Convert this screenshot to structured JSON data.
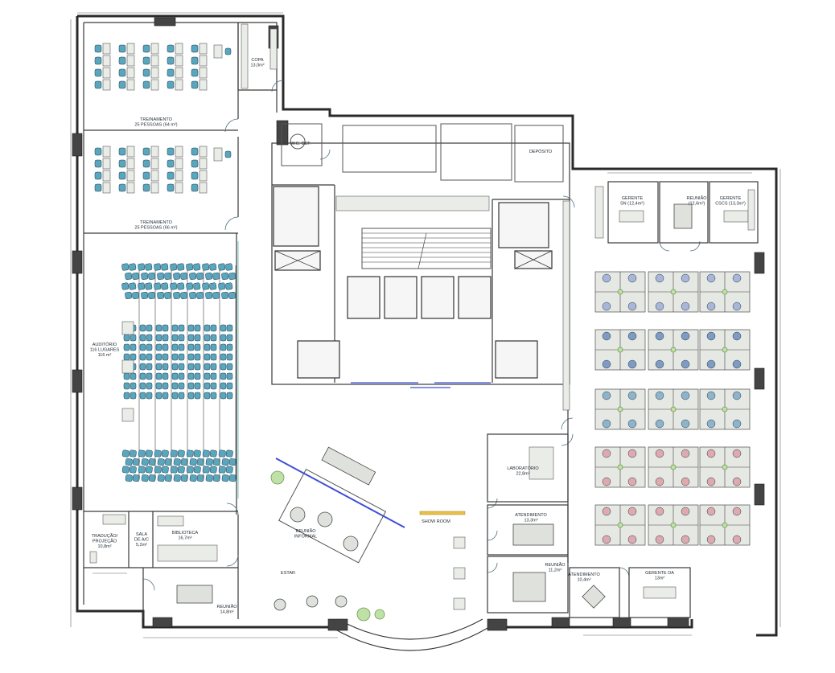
{
  "rooms": {
    "copa": "COPA\n13,0m²",
    "wc_def": "W.C. DEF.",
    "deposito": "DEPÓSITO",
    "treinamento_1": "TREINAMENTO\n25 PESSOAS (64 m²)",
    "treinamento_2": "TREINAMENTO\n25 PESSOAS (66 m²)",
    "auditorio": "AUDITÓRIO\n116 LUGARES\n116 m²",
    "traducao": "TRADUÇÃO/\nPROJEÇÃO\n10,8m²",
    "sala_ac": "SALA\nDE A/C\n5,2m²",
    "biblioteca": "BIBLIOTECA\n16,7m²",
    "reuniao_1": "REUNIÃO\n14,8m²",
    "reuniao_informal": "REUNIÃO\nINFORMAL",
    "estar": "ESTAR",
    "show_room": "SHOW ROOM",
    "laboratorio": "LABORATÓRIO\n22,8m²",
    "atendimento_1": "ATENDIMENTO\n13,3m²",
    "reuniao_2": "REUNIÃO\n11,2m²",
    "atendimento_2": "ATENDIMENTO\n10,4m²",
    "gerente_da": "GERENTE DA\n13m²",
    "gerente_sn": "GERENTE\nSN (12,4m²)",
    "reuniao_gerentes": "REUNIÃO\n(12,6m²)",
    "gerente_csc": "GERENTE\nCSCS (13,3m²)"
  }
}
